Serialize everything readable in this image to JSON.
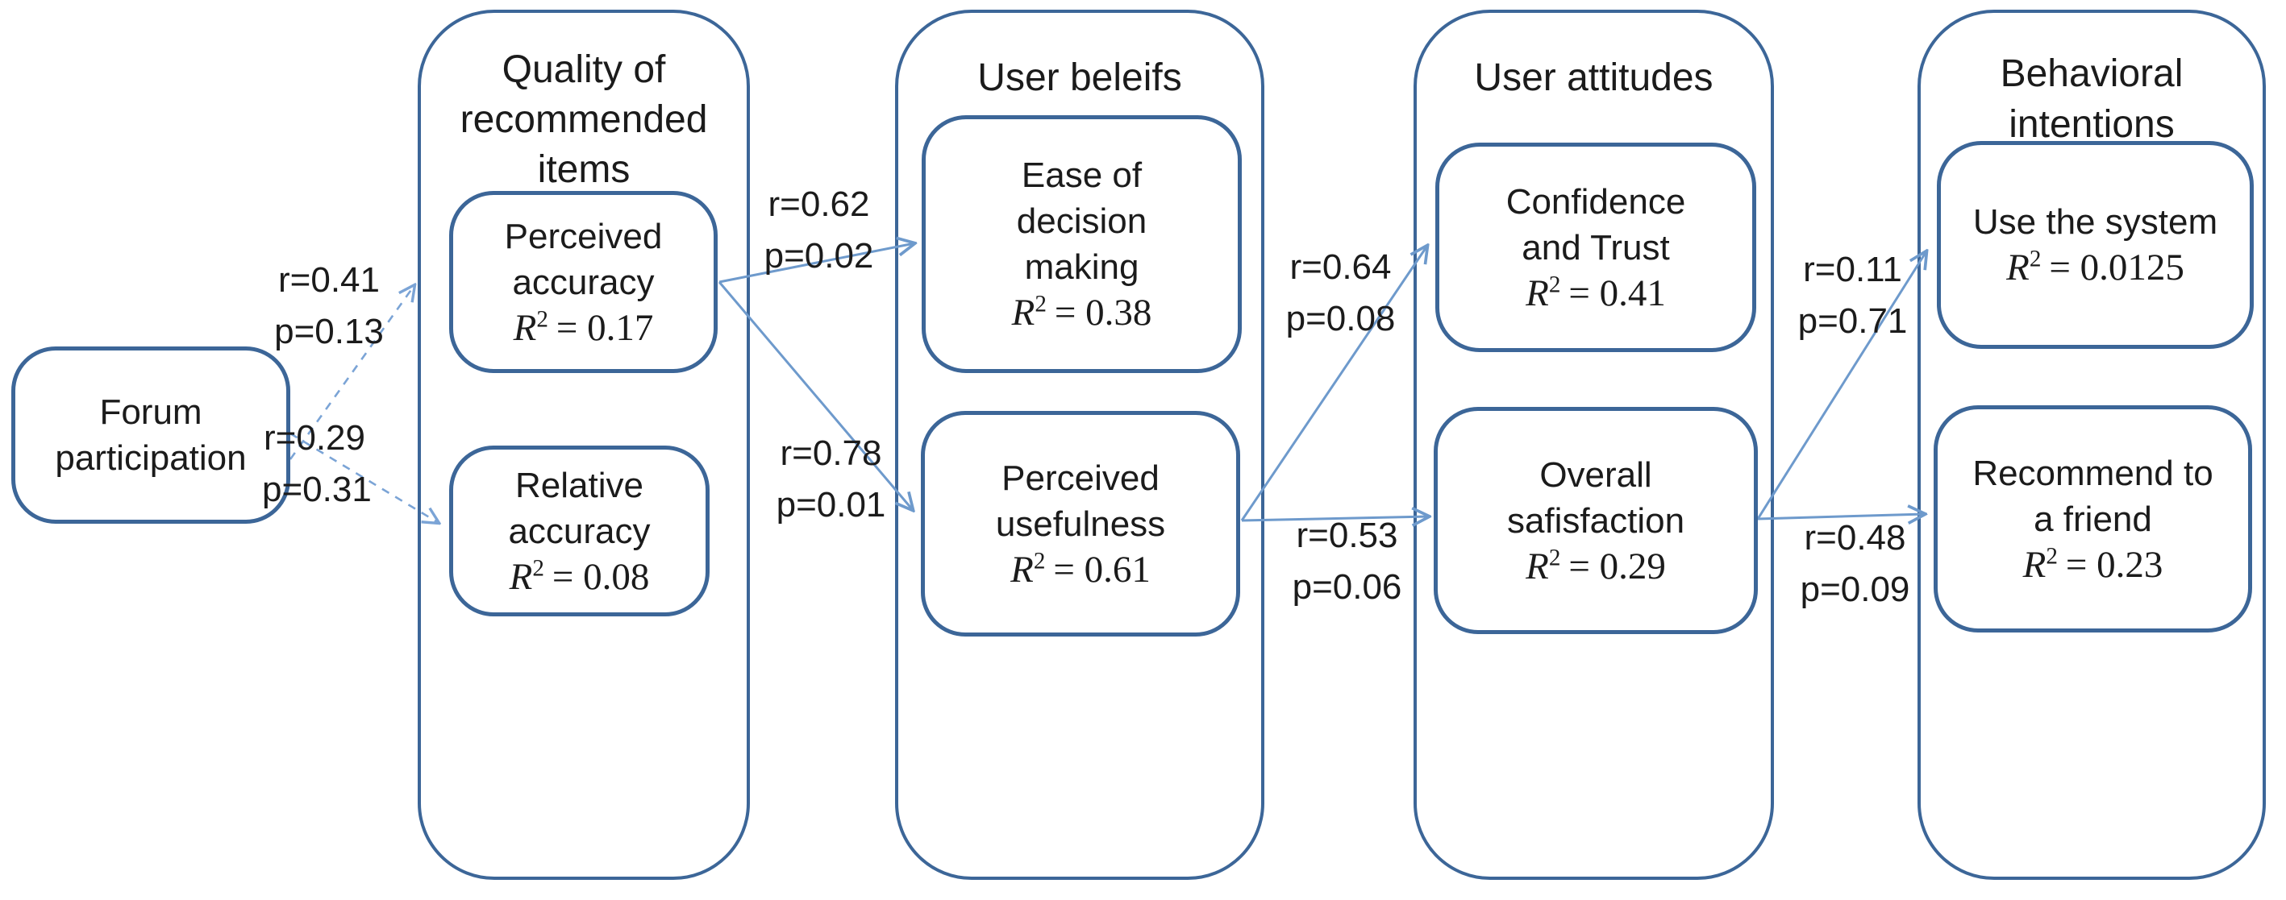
{
  "colors": {
    "box_border": "#3c6698",
    "arrow_solid": "#6e9acc",
    "arrow_dashed": "#7ba4d6",
    "text": "#1b1b1b",
    "background": "#ffffff"
  },
  "source": {
    "lines": [
      "Forum",
      "participation"
    ]
  },
  "groups": [
    {
      "title_lines": [
        "Quality of",
        "recommended",
        "items"
      ],
      "nodes": [
        {
          "lines": [
            "Perceived",
            "accuracy"
          ],
          "formula": {
            "base": "R",
            "sup": "2",
            "rest": "= 0.17"
          }
        },
        {
          "lines": [
            "Relative",
            "accuracy"
          ],
          "formula": {
            "base": "R",
            "sup": "2",
            "rest": "= 0.08"
          }
        }
      ]
    },
    {
      "title_lines": [
        "User beleifs"
      ],
      "nodes": [
        {
          "lines": [
            "Ease of",
            "decision",
            "making"
          ],
          "formula": {
            "base": "R",
            "sup": "2",
            "rest": "= 0.38"
          }
        },
        {
          "lines": [
            "Perceived",
            "usefulness"
          ],
          "formula": {
            "base": "R",
            "sup": "2",
            "rest": "= 0.61"
          }
        }
      ]
    },
    {
      "title_lines": [
        "User attitudes"
      ],
      "nodes": [
        {
          "lines": [
            "Confidence",
            "and Trust"
          ],
          "formula": {
            "base": "R",
            "sup": "2",
            "rest": "= 0.41"
          }
        },
        {
          "lines": [
            "Overall",
            "safisfaction"
          ],
          "formula": {
            "base": "R",
            "sup": "2",
            "rest": "= 0.29"
          }
        }
      ]
    },
    {
      "title_lines": [
        "Behavioral",
        "intentions"
      ],
      "nodes": [
        {
          "lines": [
            "Use the system"
          ],
          "formula": {
            "base": "R",
            "sup": "2",
            "rest": "= 0.0125"
          }
        },
        {
          "lines": [
            "Recommend to",
            "a friend"
          ],
          "formula": {
            "base": "R",
            "sup": "2",
            "rest": "= 0.23"
          }
        }
      ]
    }
  ],
  "edges": [
    {
      "from": "forum-participation",
      "to": "perceived-accuracy",
      "style": "dashed",
      "r": "r=0.41",
      "p": "p=0.13"
    },
    {
      "from": "forum-participation",
      "to": "relative-accuracy",
      "style": "dashed",
      "r": "r=0.29",
      "p": "p=0.31"
    },
    {
      "from": "perceived-accuracy",
      "to": "ease-of-decision-making",
      "style": "solid",
      "r": "r=0.62",
      "p": "p=0.02"
    },
    {
      "from": "perceived-accuracy",
      "to": "perceived-usefulness",
      "style": "solid",
      "r": "r=0.78",
      "p": "p=0.01"
    },
    {
      "from": "perceived-usefulness",
      "to": "confidence-and-trust",
      "style": "solid",
      "r": "r=0.64",
      "p": "p=0.08"
    },
    {
      "from": "perceived-usefulness",
      "to": "overall-satisfaction",
      "style": "solid",
      "r": "r=0.53",
      "p": "p=0.06"
    },
    {
      "from": "overall-satisfaction",
      "to": "use-the-system",
      "style": "solid",
      "r": "r=0.11",
      "p": "p=0.71"
    },
    {
      "from": "overall-satisfaction",
      "to": "recommend-to-a-friend",
      "style": "solid",
      "r": "r=0.48",
      "p": "p=0.09"
    }
  ]
}
